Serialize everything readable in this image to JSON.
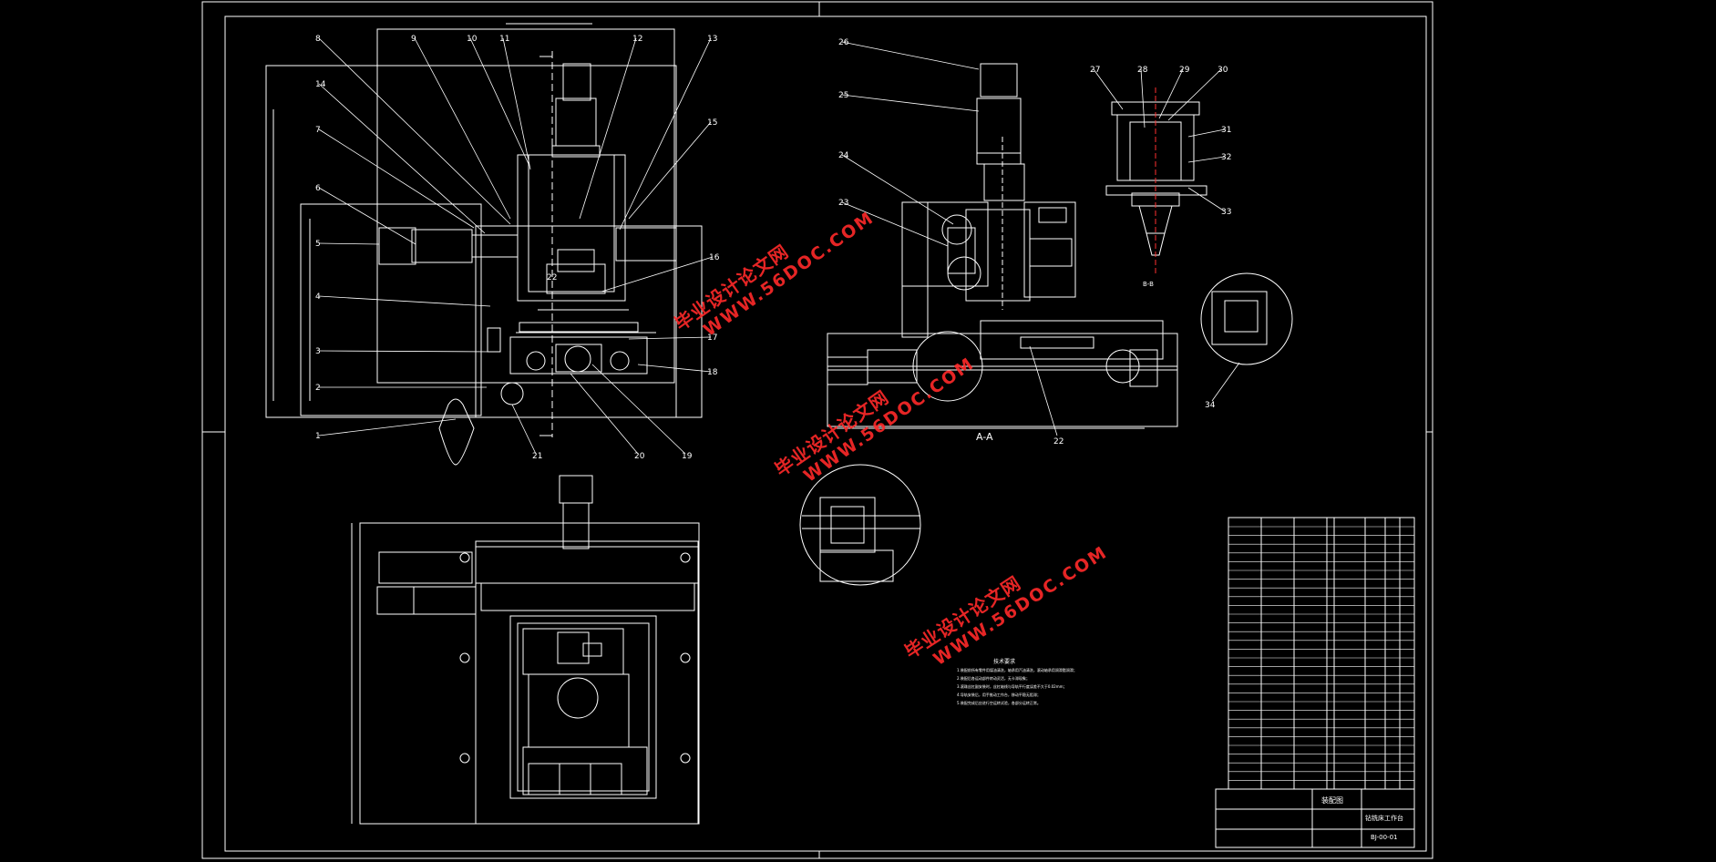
{
  "drawing": {
    "section_label": "A-A",
    "detail_label": "B-B",
    "title_block": {
      "name": "钻铣床工作台",
      "drawing_type": "装配图",
      "code": "BJ-00-01"
    }
  },
  "watermarks": [
    {
      "cn": "毕业设计论文网",
      "en": "WWW.56DOC.COM"
    },
    {
      "cn": "毕业设计论文网",
      "en": "WWW.56DOC.COM"
    },
    {
      "cn": "毕业设计论文网",
      "en": "WWW.56DOC.COM"
    }
  ],
  "notes": {
    "heading": "技术要求",
    "lines": [
      "1.装配前所有零件用煤油清洗，轴承用汽油清洗，滚动轴承用润滑脂润滑；",
      "2.装配后各运动部件转动灵活，无卡滞现象；",
      "3.滚珠丝杠副安装时，丝杠轴线与导轨平行度误差不大于0.02mm；",
      "4.导轨安装后，用手推动工作台，移动平稳无阻滞；",
      "5.装配完成后应进行空运转试验，各部分运转正常。"
    ]
  },
  "balloons_front": [
    "8",
    "9",
    "10",
    "11",
    "12",
    "13",
    "14",
    "7",
    "6",
    "5",
    "4",
    "3",
    "2",
    "1",
    "15",
    "16",
    "17",
    "18",
    "19",
    "20",
    "21",
    "22"
  ],
  "balloons_section": [
    "26",
    "25",
    "24",
    "23",
    "22"
  ],
  "balloons_detail": [
    "27",
    "28",
    "29",
    "30",
    "31",
    "32",
    "33",
    "34"
  ]
}
